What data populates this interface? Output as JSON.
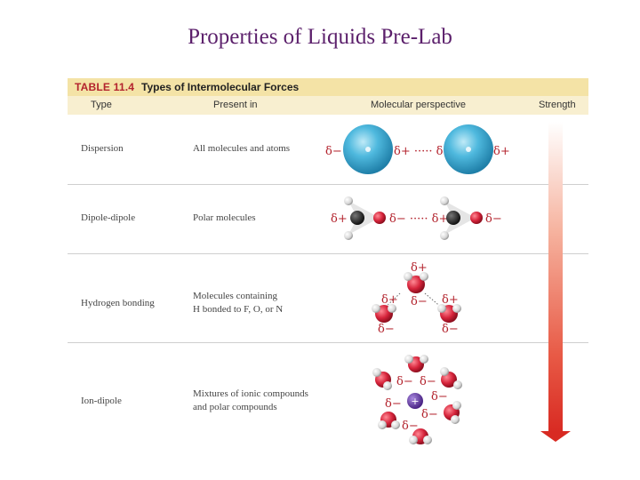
{
  "page_title": "Properties of Liquids Pre-Lab",
  "table": {
    "number": "TABLE 11.4",
    "caption": "Types of Intermolecular Forces",
    "columns": {
      "type": "Type",
      "present_in": "Present in",
      "perspective": "Molecular perspective",
      "strength": "Strength"
    },
    "rows": [
      {
        "type": "Dispersion",
        "present_line1": "All molecules and atoms",
        "present_line2": ""
      },
      {
        "type": "Dipole-dipole",
        "present_line1": "Polar molecules",
        "present_line2": ""
      },
      {
        "type": "Hydrogen bonding",
        "present_line1": "Molecules containing",
        "present_line2": "H bonded to F, O, or N"
      },
      {
        "type": "Ion-dipole",
        "present_line1": "Mixtures of ionic compounds",
        "present_line2": "and polar compounds"
      }
    ]
  },
  "symbols": {
    "delta_minus": "δ−",
    "delta_plus": "δ+",
    "dispersion_mid": "δ+ ····· δ−",
    "dipole_mid": "δ− ····· δ+",
    "ion_charge": "+"
  },
  "colors": {
    "title": "#5b1f6b",
    "table_number": "#b3232d",
    "header_band": "#f4e3a6",
    "column_band": "#f8efd0",
    "delta": "#b3232d",
    "oxygen": "#d6243b",
    "hydrogen": "#eeeeee",
    "carbon": "#333333",
    "atom_sphere": "#47b2d8",
    "ion": "#6a3aa6",
    "strength_arrow": "#d82a22"
  }
}
